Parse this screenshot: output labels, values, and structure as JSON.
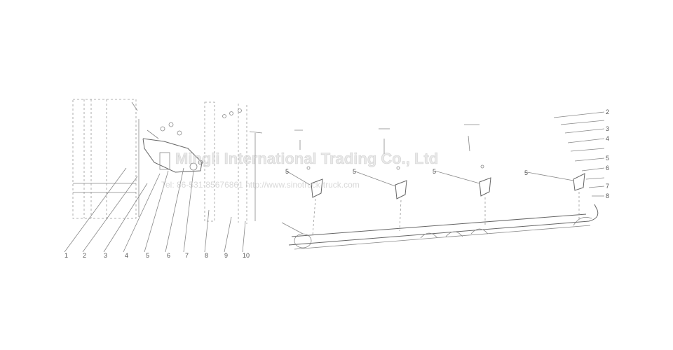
{
  "watermark": {
    "company": "Mingli International Trading Co., Ltd",
    "contact": "Tel: 86-531-85676861    http://www.sinotruck-truck.com",
    "text_color": "#d7d7d7"
  },
  "callouts": {
    "left_numbers": [
      "1",
      "2",
      "3",
      "4",
      "5",
      "6",
      "7",
      "8",
      "9",
      "10"
    ],
    "right_numbers": [
      "5",
      "5",
      "5",
      "5",
      "2",
      "3",
      "4",
      "5",
      "6",
      "7",
      "8"
    ]
  },
  "line_color": "#888888"
}
